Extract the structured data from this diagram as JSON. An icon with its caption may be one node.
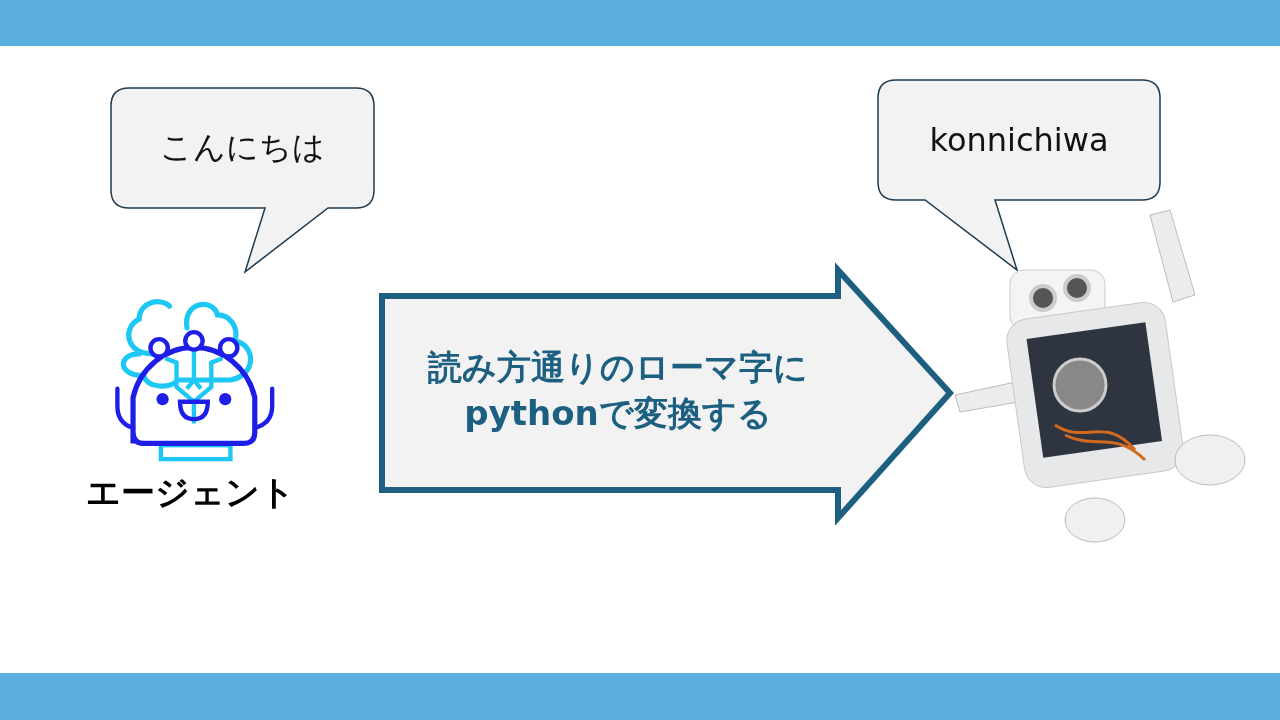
{
  "diagram": {
    "nodes": [
      {
        "text": [
          "こんにちは"
        ]
      },
      {
        "text": [
          "エージェント"
        ]
      },
      {
        "text": [
          "読み方通りのローマ字にpythonで変換する"
        ]
      },
      {
        "text": [
          "konnichiwa"
        ]
      },
      {
        "text": [],
        "shape": "picture"
      }
    ]
  }
}
